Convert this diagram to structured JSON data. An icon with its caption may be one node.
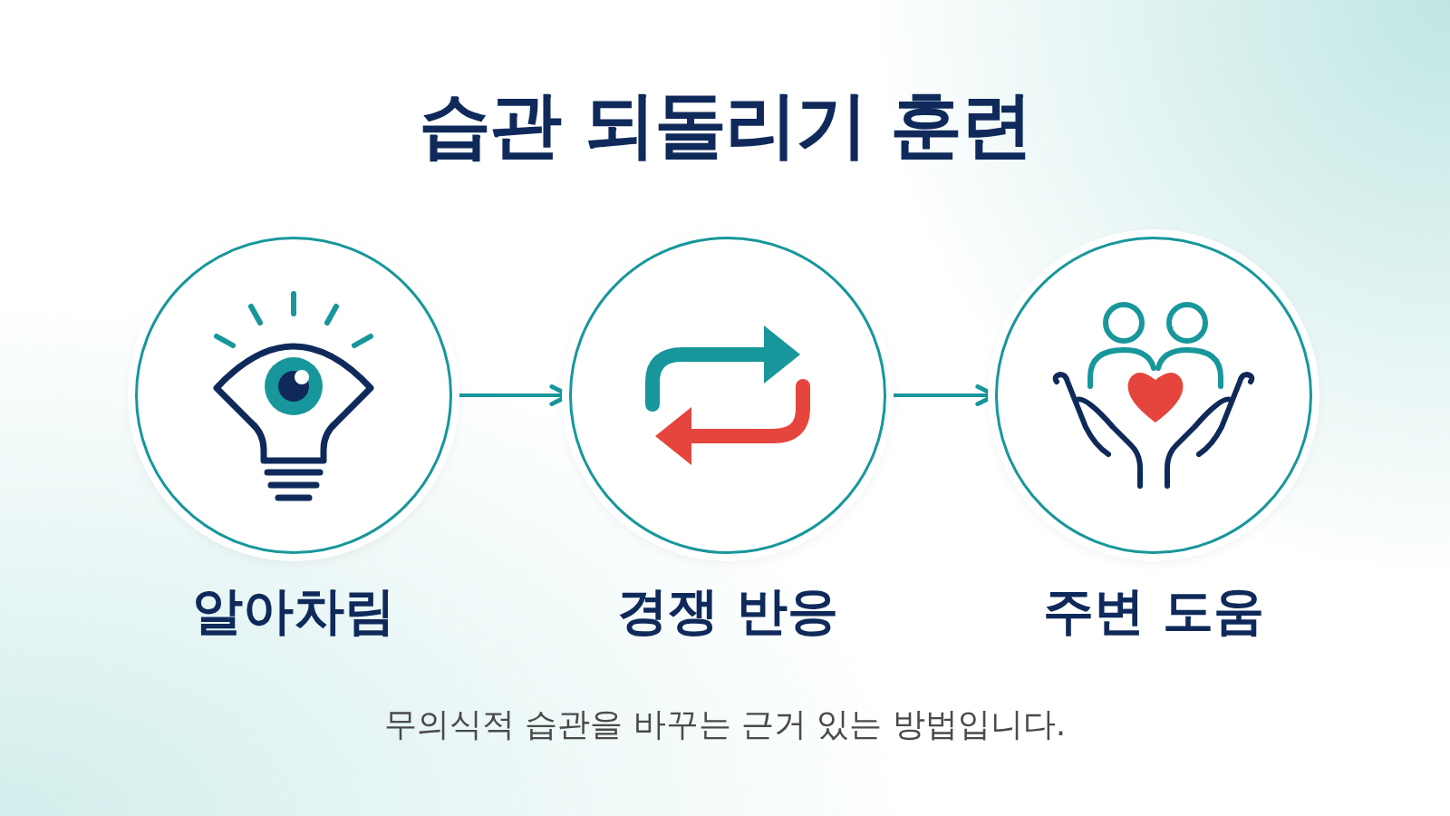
{
  "diagram": {
    "title": "습관 되돌리기 훈련",
    "nodes": [
      {
        "text": [
          "알아차림"
        ]
      },
      {
        "text": [
          "경쟁 반응"
        ]
      },
      {
        "text": [
          "주변 도움"
        ]
      }
    ],
    "edges": [
      {
        "from": 0,
        "to": 1,
        "arrow": "to"
      },
      {
        "from": 1,
        "to": 2,
        "arrow": "to"
      }
    ],
    "caption": "무의식적 습관을 바꾸는 근거 있는 방법입니다."
  }
}
